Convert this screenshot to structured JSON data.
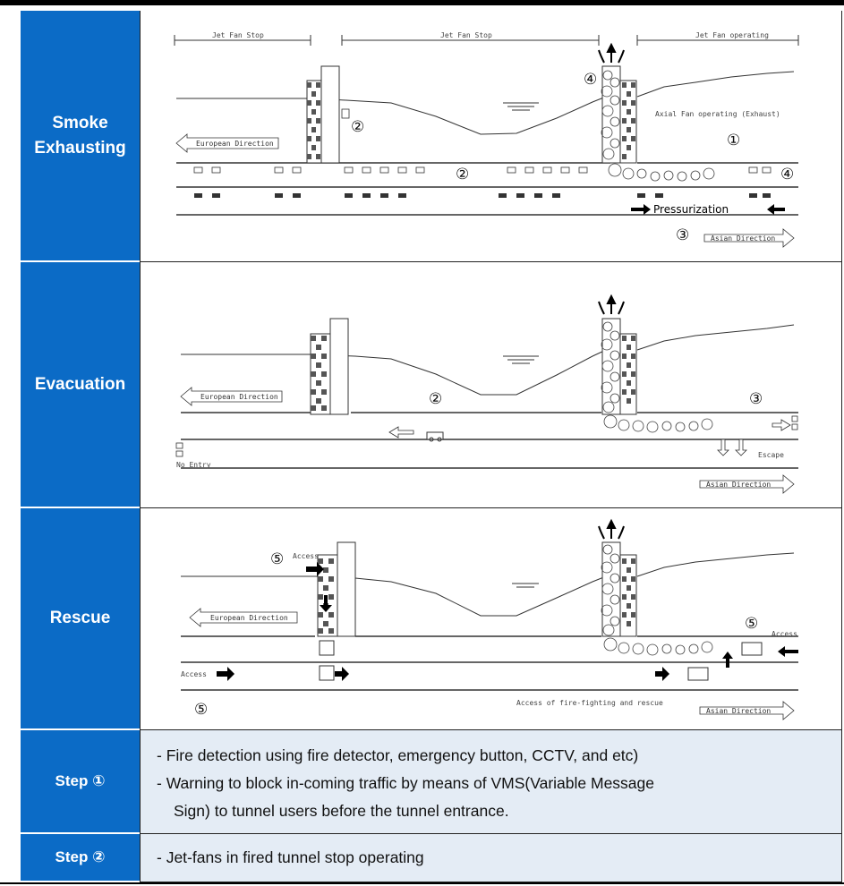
{
  "rows": {
    "smoke": {
      "label_line1": "Smoke",
      "label_line2": "Exhausting"
    },
    "evac": {
      "label": "Evacuation"
    },
    "rescue": {
      "label": "Rescue"
    },
    "step1": {
      "label": "Step ①",
      "line1": "- Fire detection using fire detector, emergency button, CCTV, and etc)",
      "line2": "- Warning to block in-coming traffic by means of VMS(Variable Message",
      "line3": "Sign) to tunnel users before the tunnel entrance."
    },
    "step2": {
      "label": "Step ②",
      "line1": "- Jet-fans in fired tunnel stop operating"
    }
  },
  "diagram": {
    "jet_fan_stop": "Jet Fan Stop",
    "jet_fan_operating": "Jet Fan operating",
    "axial_fan": "Axial Fan operating (Exhaust)",
    "european": "European Direction",
    "asian": "Asian Direction",
    "pressurization": "Pressurization",
    "no_entry": "No Entry",
    "escape": "Escape",
    "access": "Access",
    "access_fire": "Access of fire-fighting and rescue",
    "n1": "①",
    "n2": "②",
    "n3": "③",
    "n4": "④",
    "n5": "⑤"
  },
  "colors": {
    "category_bg": "#0b6bc6",
    "step_bg": "#e4ecf5"
  }
}
